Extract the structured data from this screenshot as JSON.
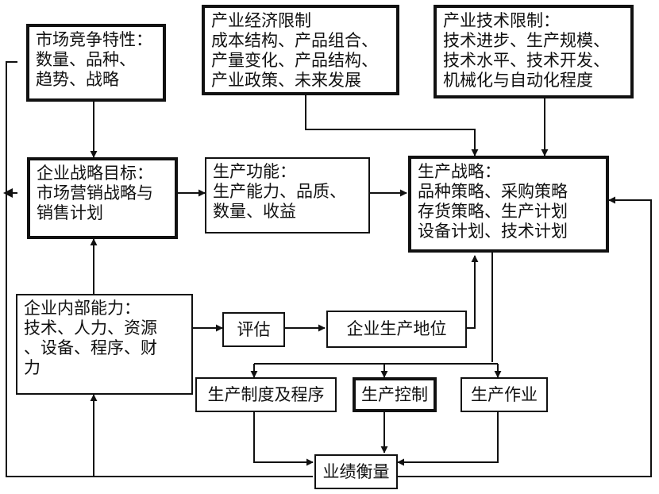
{
  "nodes": {
    "market_competition": {
      "title": "市场竞争特性：",
      "lines": [
        "数量、品种、",
        "趋势、战略"
      ]
    },
    "industry_economic": {
      "title": "产业经济限制",
      "lines": [
        "成本结构、产品组合、",
        "产量变化、产品结构、",
        "产业政策、未来发展"
      ]
    },
    "industry_technology": {
      "title": "产业技术限制：",
      "lines": [
        "技术进步、生产规模、",
        "技术水平、技术开发、",
        "机械化与自动化程度"
      ]
    },
    "corporate_strategy": {
      "title": "企业战略目标：",
      "lines": [
        "市场营销战略与",
        "销售计划"
      ]
    },
    "production_function": {
      "title": "生产功能：",
      "lines": [
        "生产能力、品质、",
        "数量、收益"
      ]
    },
    "production_strategy": {
      "title": "生产战略：",
      "lines": [
        "品种策略、采购策略",
        "存货策略、生产计划",
        "设备计划、技术计划"
      ]
    },
    "internal_capability": {
      "title": "企业内部能力：",
      "lines": [
        "技术、人力、资源",
        "、设备、程序、财",
        "力"
      ]
    },
    "evaluation": {
      "label": "评估"
    },
    "production_position": {
      "label": "企业生产地位"
    },
    "production_system": {
      "label": "生产制度及程序"
    },
    "production_control": {
      "label": "生产控制"
    },
    "production_operation": {
      "label": "生产作业"
    },
    "performance": {
      "label": "业绩衡量"
    }
  },
  "colors": {
    "line": "#111111",
    "background": "#ffffff"
  }
}
